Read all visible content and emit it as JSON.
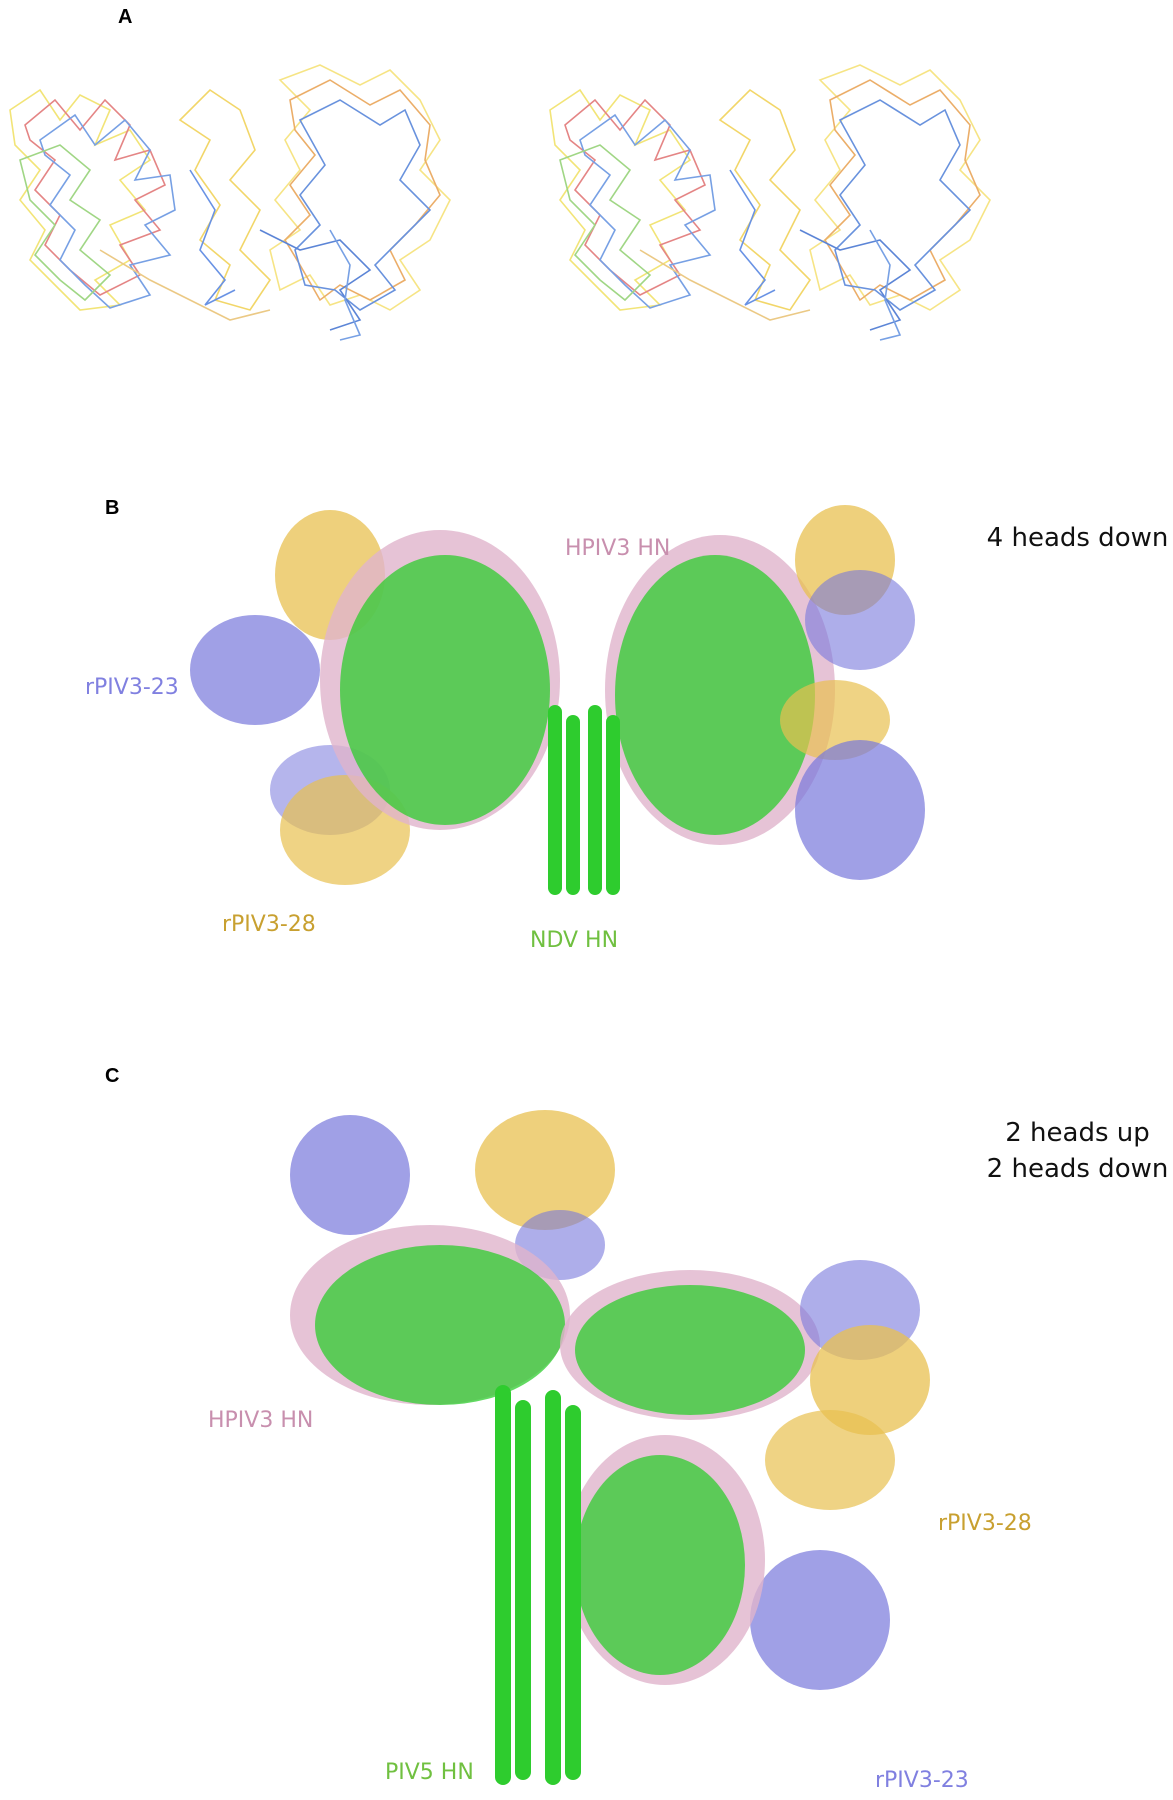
{
  "panels": {
    "a": {
      "letter": "A"
    },
    "b": {
      "letter": "B",
      "condition": "4 heads down",
      "labels": {
        "hpiv3": "HPIV3 HN",
        "rpiv3_23": "rPIV3-23",
        "rpiv3_28": "rPIV3-28",
        "ndv": "NDV HN"
      }
    },
    "c": {
      "letter": "C",
      "condition_line1": "2 heads up",
      "condition_line2": "2 heads down",
      "labels": {
        "hpiv3": "HPIV3 HN",
        "rpiv3_28": "rPIV3-28",
        "piv5": "PIV5 HN",
        "rpiv3_23": "rPIV3-23"
      }
    }
  },
  "colors": {
    "hpiv3": "#c88fae",
    "rpiv3_23": "#8080e0",
    "rpiv3_28": "#c8a030",
    "ndv": "#70c040",
    "piv5": "#70c040",
    "protein_green": "#2ecc2e",
    "protein_pink": "#e0b4cc",
    "fab_blue": "#7878dc",
    "fab_gold": "#e8c050"
  }
}
